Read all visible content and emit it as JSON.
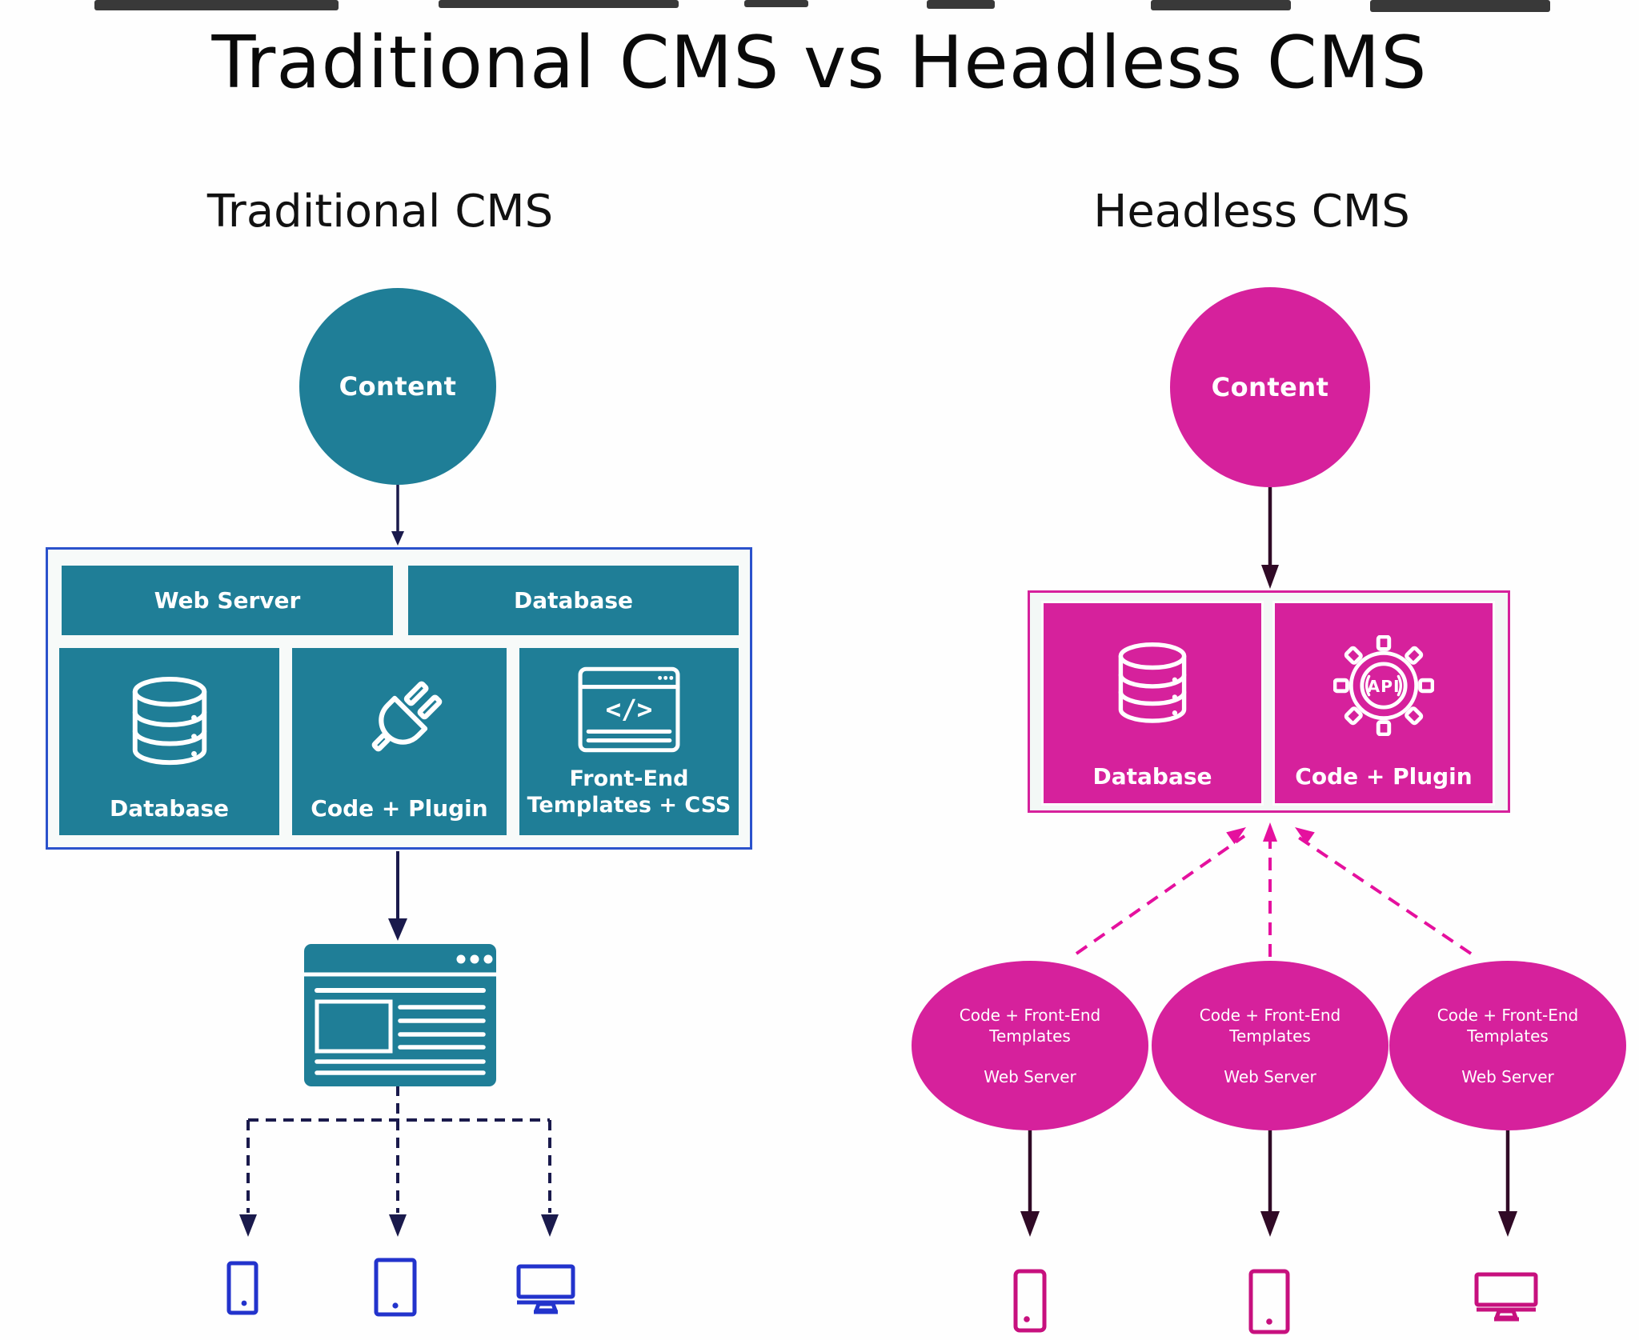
{
  "title": "Traditional CMS vs Headless CMS",
  "colors": {
    "teal": "#1F7E97",
    "magenta": "#D6219C",
    "magenta_bright": "#E5109E",
    "blue_border": "#2B52CC",
    "navy": "#1A1A4C",
    "maroon": "#300A26",
    "device_blue": "#2233CC",
    "device_magenta": "#C7107E",
    "background": "#FEFEFE",
    "text_black": "#0A0A0A"
  },
  "traditional": {
    "subtitle": "Traditional CMS",
    "content_label": "Content",
    "header_bars": [
      {
        "label": "Web Server"
      },
      {
        "label": "Database"
      }
    ],
    "tiles": [
      {
        "label": "Database",
        "icon": "database-icon"
      },
      {
        "label": "Code + Plugin",
        "icon": "plug-icon"
      },
      {
        "label": "Front-End Templates + CSS",
        "icon": "code-window-icon",
        "icon_text": "</>"
      }
    ],
    "browser_icon": "browser-window-icon",
    "devices": [
      "smartphone-icon",
      "tablet-icon",
      "desktop-monitor-icon"
    ]
  },
  "headless": {
    "subtitle": "Headless CMS",
    "content_label": "Content",
    "tiles": [
      {
        "label": "Database",
        "icon": "database-icon"
      },
      {
        "label": "Code + Plugin",
        "icon": "api-gear-icon",
        "icon_text": "API"
      }
    ],
    "web_servers": [
      {
        "templates": "Code + Front-End Templates",
        "server": "Web Server"
      },
      {
        "templates": "Code + Front-End Templates",
        "server": "Web Server"
      },
      {
        "templates": "Code + Front-End Templates",
        "server": "Web Server"
      }
    ],
    "devices": [
      "smartphone-icon",
      "tablet-icon",
      "desktop-monitor-icon"
    ]
  }
}
